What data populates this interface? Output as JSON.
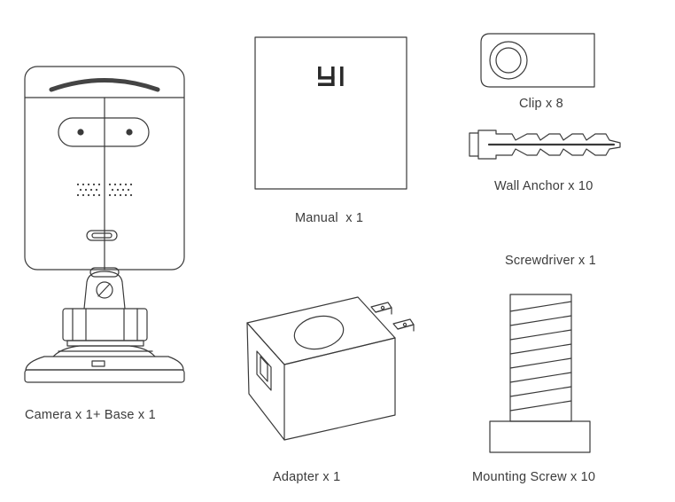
{
  "items": [
    {
      "id": "camera",
      "label": "Camera x 1+ Base x 1"
    },
    {
      "id": "manual",
      "label": "Manual  x 1",
      "logo_text": "YI"
    },
    {
      "id": "clip",
      "label": "Clip x 8"
    },
    {
      "id": "wall_anchor",
      "label": "Wall Anchor x 10"
    },
    {
      "id": "screwdriver",
      "label": "Screwdriver x 1"
    },
    {
      "id": "adapter",
      "label": "Adapter x 1"
    },
    {
      "id": "mounting_screw",
      "label": "Mounting Screw x 10"
    }
  ],
  "colors": {
    "line": "#3a3a3a",
    "background": "#ffffff"
  }
}
